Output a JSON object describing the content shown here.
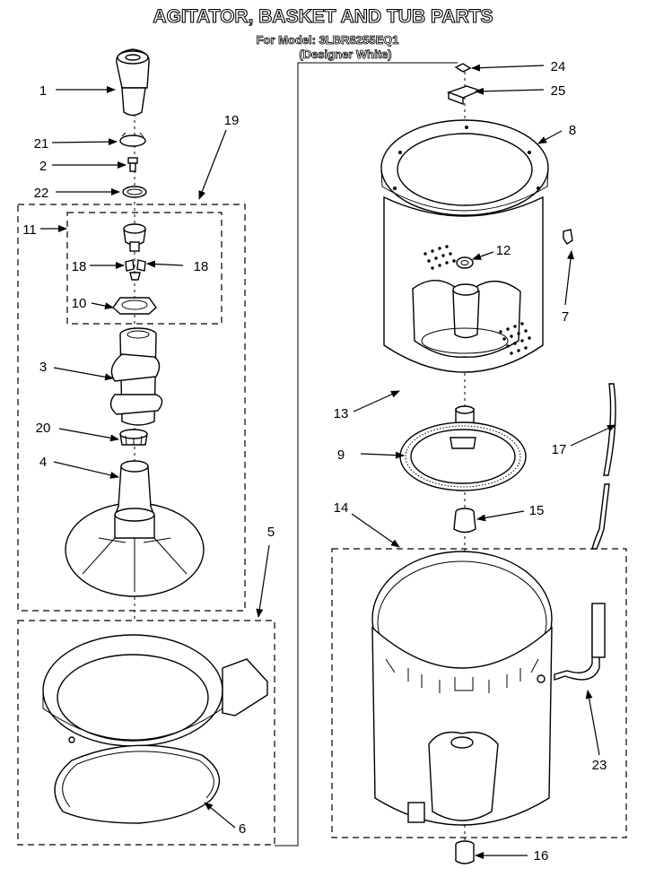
{
  "title": "AGITATOR, BASKET AND TUB PARTS",
  "model_line": "For Model: 3LBR8255EQ1",
  "color_line": "(Designer White)",
  "callouts": {
    "c1": "1",
    "c2": "2",
    "c3": "3",
    "c4": "4",
    "c5": "5",
    "c6": "6",
    "c7": "7",
    "c8": "8",
    "c9": "9",
    "c10": "10",
    "c11": "11",
    "c12": "12",
    "c13": "13",
    "c14": "14",
    "c15": "15",
    "c16": "16",
    "c17": "17",
    "c18a": "18",
    "c18b": "18",
    "c19": "19",
    "c20": "20",
    "c21": "21",
    "c22": "22",
    "c23": "23",
    "c24": "24",
    "c25": "25"
  }
}
